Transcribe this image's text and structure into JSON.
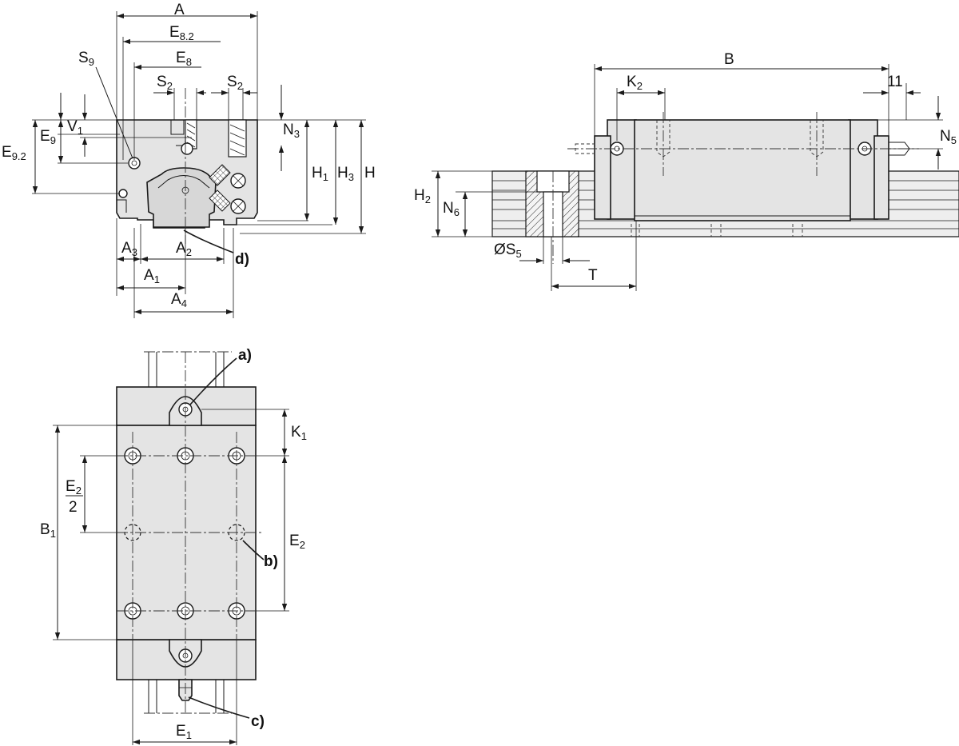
{
  "figure": {
    "front_view": {
      "labels": {
        "A": "A",
        "E82_main": "E",
        "E82_sub": "8.2",
        "E8_main": "E",
        "E8_sub": "8",
        "S9_main": "S",
        "S9_sub": "9",
        "S2a_main": "S",
        "S2a_sub": "2",
        "S2b_main": "S",
        "S2b_sub": "2",
        "V1_main": "V",
        "V1_sub": "1",
        "E9_main": "E",
        "E9_sub": "9",
        "E92_main": "E",
        "E92_sub": "9.2",
        "N3_main": "N",
        "N3_sub": "3",
        "H1_main": "H",
        "H1_sub": "1",
        "H3_main": "H",
        "H3_sub": "3",
        "H": "H",
        "A3_main": "A",
        "A3_sub": "3",
        "A2_main": "A",
        "A2_sub": "2",
        "A1_main": "A",
        "A1_sub": "1",
        "A4_main": "A",
        "A4_sub": "4",
        "callout_d": "d)"
      }
    },
    "side_view": {
      "labels": {
        "B": "B",
        "K2_main": "K",
        "K2_sub": "2",
        "eleven": "11",
        "N5_main": "N",
        "N5_sub": "5",
        "H2_main": "H",
        "H2_sub": "2",
        "N6_main": "N",
        "N6_sub": "6",
        "S5_main": "ØS",
        "S5_sub": "5",
        "T": "T"
      }
    },
    "top_view": {
      "labels": {
        "callout_a": "a)",
        "K1_main": "K",
        "K1_sub": "1",
        "E2frac_main": "E",
        "E2frac_sub": "2",
        "E2frac_den": "2",
        "B1_main": "B",
        "B1_sub": "1",
        "E2_main": "E",
        "E2_sub": "2",
        "callout_b": "b)",
        "callout_c": "c)",
        "E1_main": "E",
        "E1_sub": "1"
      }
    }
  }
}
